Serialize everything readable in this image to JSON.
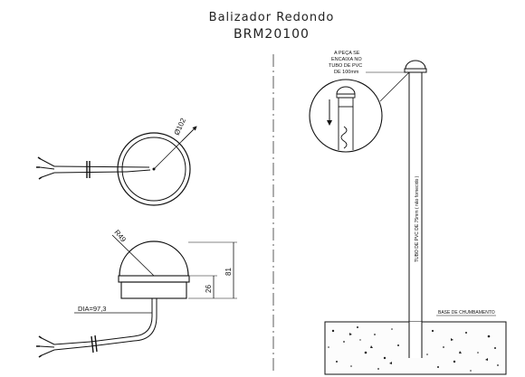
{
  "title_line1": "Balizador Redondo",
  "title_line2": "BRM20100",
  "labels": {
    "diameter": "Ø102",
    "radius": "R49",
    "height_total": "81",
    "height_base": "26",
    "diameter_dia": "DIA=97,3",
    "note_line1": "A PEÇA SE",
    "note_line2": "ENCAIXA NO",
    "note_line3": "TUBO DE PVC",
    "note_line4": "DE 100mm",
    "tube": "TUBO DE PVC DE 75mm ( não fornecido )",
    "base": "BASE DE CHUMBAMENTO"
  }
}
